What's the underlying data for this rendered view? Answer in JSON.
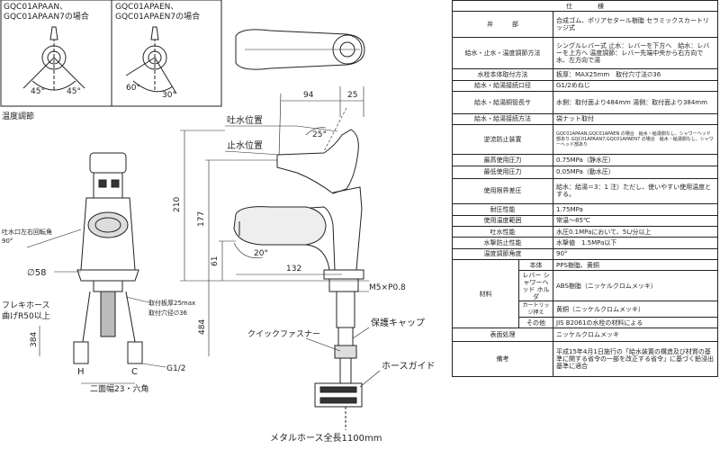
{
  "drawing": {
    "variants": {
      "left_label_1": "GQC01APAAN、",
      "left_label_2": "GQC01APAAN7の場合",
      "right_label_1": "GQC01APAEN、",
      "right_label_2": "GQC01APAEN7の場合",
      "left_angle_a": "45°",
      "left_angle_b": "45°",
      "right_angle_a": "60°",
      "right_angle_b": "30°"
    },
    "temp_label": "温度調節",
    "dim_94": "94",
    "dim_25": "25",
    "spout_pos": "吐水位置",
    "stop_pos": "止水位置",
    "angle_25": "25°",
    "dim_210": "210",
    "dim_177": "177",
    "dim_61": "61",
    "angle_20": "20°",
    "dim_132": "132",
    "swivel_1": "吐水口左右回転角",
    "swivel_2": "90°",
    "dia_58": "∅58",
    "mount_1": "取付板厚25max",
    "mount_2": "取付穴径∅36",
    "flex_1": "フレキホース",
    "flex_2": "曲げR50以上",
    "dim_384": "384",
    "dim_484": "484",
    "label_H": "H",
    "label_C": "C",
    "g12": "G1/2",
    "hex": "二面幅23・六角",
    "m5": "M5×P0.8",
    "quick": "クイックファスナー",
    "cap": "保護キャップ",
    "guide": "ホースガイド",
    "metal_hose": "メタルホース全長1100mm"
  },
  "spec": {
    "header": "仕　　　　様",
    "rows": [
      {
        "label": "弁　　　部",
        "value": "合成ゴム、ポリアセタール樹脂 セラミックスカートリッジ式"
      },
      {
        "label": "給水・止水・温度調節方法",
        "value": "シングルレバー式 止水：レバーを下方へ　給水：レバーを上方へ 温度調節：レバー先端中央から右方向で水、左方向で湯"
      },
      {
        "label": "水栓本体取付方法",
        "value": "板厚：MAX25mm　取付穴寸法∅36"
      },
      {
        "label": "給水・給湯接続口径",
        "value": "G1/2めねじ"
      },
      {
        "label": "給水・給湯銅管長サ",
        "value": "水側：取付面より484mm 湯側：取付面より384mm"
      },
      {
        "label": "給水・給湯接続方法",
        "value": "袋ナット取付"
      },
      {
        "label": "逆流防止装置",
        "value": "GQC01APAAN,GQC01APAEN の場合　給水・給湯側なし、シャワーヘッド部あり GQC01APAAN7,GQC01APAEN7 の場合　給水・給湯側なし、シャワーヘッド部あり"
      },
      {
        "label": "最高使用圧力",
        "value": "0.75MPa（静水圧）"
      },
      {
        "label": "最低使用圧力",
        "value": "0.05MPa（動水圧）"
      },
      {
        "label": "使用限界差圧",
        "value": "給水：給湯＝3：1 注）ただし、使いやすい使用温度とする。"
      },
      {
        "label": "耐圧性能",
        "value": "1.75MPa"
      },
      {
        "label": "使用温度範囲",
        "value": "常温～85℃"
      },
      {
        "label": "吐水性能",
        "value": "水圧0.1MPaにおいて、5L/分以上"
      },
      {
        "label": "水撃防止性能",
        "value": "水撃値　1.5MPa以下"
      },
      {
        "label": "温度調節角度",
        "value": "90°"
      }
    ],
    "materials_label": "材料",
    "materials": [
      {
        "part": "本体",
        "value": "PPS樹脂、黄銅"
      },
      {
        "part": "レバー シャワーヘッド ホルダ",
        "value": "ABS樹脂（ニッケルクロムメッキ）"
      },
      {
        "part": "カートリッジ押え",
        "value": "黄銅（ニッケルクロムメッキ）"
      },
      {
        "part": "その他",
        "value": "JIS B2061の水栓の材料による"
      }
    ],
    "finish_label": "表面処理",
    "finish_value": "ニッケルクロムメッキ",
    "note_label": "備考",
    "note_value": "平成15年4月1日施行の「給水装置の構造及び材質の基準に関する省令の一部を改正する省令」に基づく鉛浸出基準に適合"
  }
}
